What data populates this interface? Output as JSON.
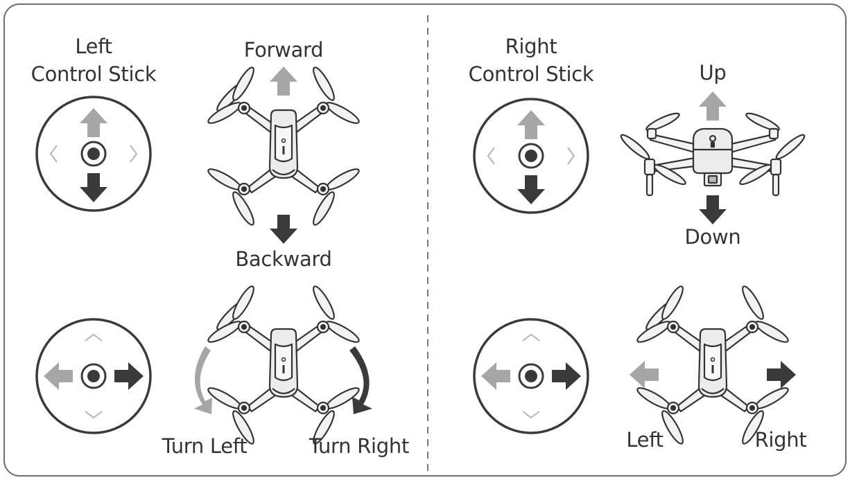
{
  "left_panel": {
    "title_line1": "Left",
    "title_line2": "Control Stick",
    "label_forward": "Forward",
    "label_backward": "Backward",
    "label_turn_left": "Turn Left",
    "label_turn_right": "Turn Right"
  },
  "right_panel": {
    "title_line1": "Right",
    "title_line2": "Control Stick",
    "label_up": "Up",
    "label_down": "Down",
    "label_left": "Left",
    "label_right": "Right"
  },
  "colors": {
    "border": "#6e6e6e",
    "dark_arrow": "#3a3a3a",
    "light_arrow": "#a6a6a6",
    "chevron": "#b5b5b5",
    "text": "#333333",
    "drone_stroke": "#333333",
    "drone_fill": "#f2f2f2",
    "drone_body": "#ececec"
  }
}
